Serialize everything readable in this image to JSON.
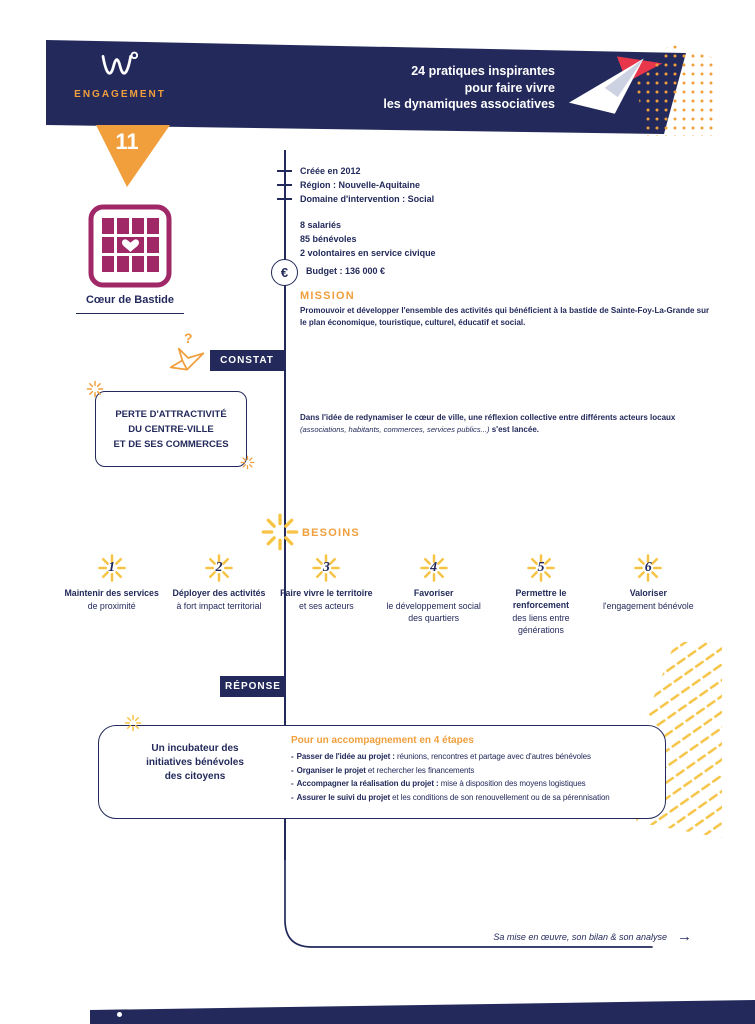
{
  "header": {
    "brand": "ENGAGEMENT",
    "title_lines": [
      "24 pratiques inspirantes",
      "pour faire vivre",
      "les dynamiques associatives"
    ],
    "badge_number": "11"
  },
  "org": {
    "name": "Cœur de Bastide",
    "facts": [
      "Créée en 2012",
      "Région : Nouvelle-Aquitaine",
      "Domaine d'intervention : Social"
    ],
    "stats": [
      "8 salariés",
      "85 bénévoles",
      "2 volontaires en service civique"
    ],
    "euro_symbol": "€",
    "budget": "Budget : 136 000 €"
  },
  "mission": {
    "label": "MISSION",
    "text": "Promouvoir et développer l'ensemble des activités qui bénéficient à la bastide de Sainte-Foy-La-Grande sur le plan économique, touristique, culturel, éducatif et social."
  },
  "constat": {
    "label": "CONSTAT",
    "question_mark": "?",
    "box_lines": [
      "PERTE D'ATTRACTIVITÉ",
      "DU CENTRE-VILLE",
      "ET DE SES COMMERCES"
    ],
    "text_start": "Dans l'idée de redynamiser le cœur de ville, une réflexion collective entre différents acteurs locaux ",
    "text_italic": "(associations, habitants, commerces, services publics...)",
    "text_end": " s'est lancée."
  },
  "besoins": {
    "label": "BESOINS",
    "items": [
      {
        "num": "1",
        "title": "Maintenir des services",
        "subtitle": "de proximité"
      },
      {
        "num": "2",
        "title": "Déployer des activités",
        "subtitle": "à fort impact territorial"
      },
      {
        "num": "3",
        "title": "Faire vivre le territoire",
        "subtitle": "et ses acteurs"
      },
      {
        "num": "4",
        "title": "Favoriser",
        "subtitle": "le développement social des quartiers"
      },
      {
        "num": "5",
        "title": "Permettre le renforcement",
        "subtitle": "des liens entre générations"
      },
      {
        "num": "6",
        "title": "Valoriser",
        "subtitle": "l'engagement bénévole"
      }
    ]
  },
  "reponse": {
    "label": "RÉPONSE",
    "box_title_lines": [
      "Un incubateur des",
      "initiatives bénévoles",
      "des citoyens"
    ],
    "steps_title": "Pour un accompagnement en 4 étapes",
    "bullet": "-",
    "steps": [
      {
        "bold": "Passer de l'idée au projet :",
        "rest": " réunions, rencontres et partage avec d'autres bénévoles"
      },
      {
        "bold": "Organiser le projet",
        "rest": " et rechercher les financements"
      },
      {
        "bold": "Accompagner la réalisation du projet :",
        "rest": " mise à disposition des moyens logistiques"
      },
      {
        "bold": "Assurer le suivi du projet",
        "rest": " et les conditions de son renouvellement ou de sa pérennisation"
      }
    ]
  },
  "footer": {
    "next_link": "Sa mise en œuvre, son bilan & son analyse",
    "arrow": "→"
  },
  "colors": {
    "navy": "#232a5b",
    "orange": "#f09f3c",
    "yellow": "#f6c445",
    "magenta": "#a02866",
    "red": "#e8374a"
  }
}
